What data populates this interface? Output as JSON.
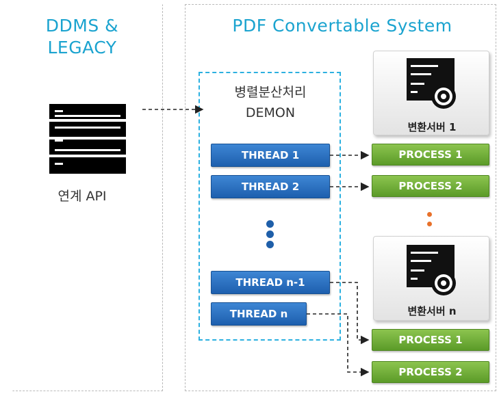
{
  "left_panel": {
    "title": "DDMS &\nLEGACY",
    "server_label": "연계 API"
  },
  "right_panel": {
    "title": "PDF Convertable  System"
  },
  "daemon": {
    "title": "병렬분산처리\nDEMON",
    "threads": [
      "THREAD 1",
      "THREAD 2",
      "THREAD n-1",
      "THREAD n"
    ]
  },
  "servers": [
    {
      "label": "변환서버 1",
      "processes": [
        "PROCESS 1",
        "PROCESS 2"
      ]
    },
    {
      "label": "변환서버 n",
      "processes": [
        "PROCESS 1",
        "PROCESS 2"
      ]
    }
  ],
  "colors": {
    "title": "#1aa3cf",
    "thread": "#2b72c4",
    "process": "#71ad38",
    "daemon_border": "#2bb0e0",
    "ellipsis_blue": "#1f5fa9",
    "ellipsis_orange": "#e8712a"
  },
  "icons": [
    "server-rack-icon",
    "gear-server-icon"
  ]
}
